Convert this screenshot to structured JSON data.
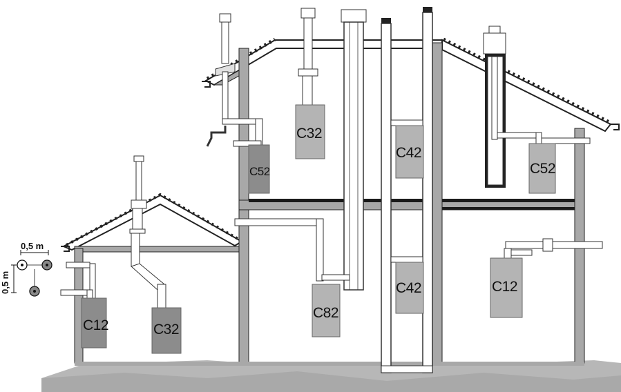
{
  "colors": {
    "wall": "#a8a8a8",
    "floor_band": "#1a1a1a",
    "roof_outline": "#222222",
    "pipe_fill": "#ffffff",
    "pipe_stroke": "#333333",
    "boiler_light": "#b4b4b4",
    "boiler_dark": "#8c8c8c",
    "ground": "#b7b7b7"
  },
  "legend": {
    "horizontal_dimension": "0,5 m",
    "vertical_dimension": "0,5 m"
  },
  "boilers": {
    "left_c12": "C12",
    "left_c32": "C32",
    "upper_c52": "C52",
    "upper_c32": "C32",
    "mid_c82": "C82",
    "upper_c42": "C42",
    "lower_c42": "C42",
    "right_c52": "C52",
    "right_c12": "C12"
  }
}
